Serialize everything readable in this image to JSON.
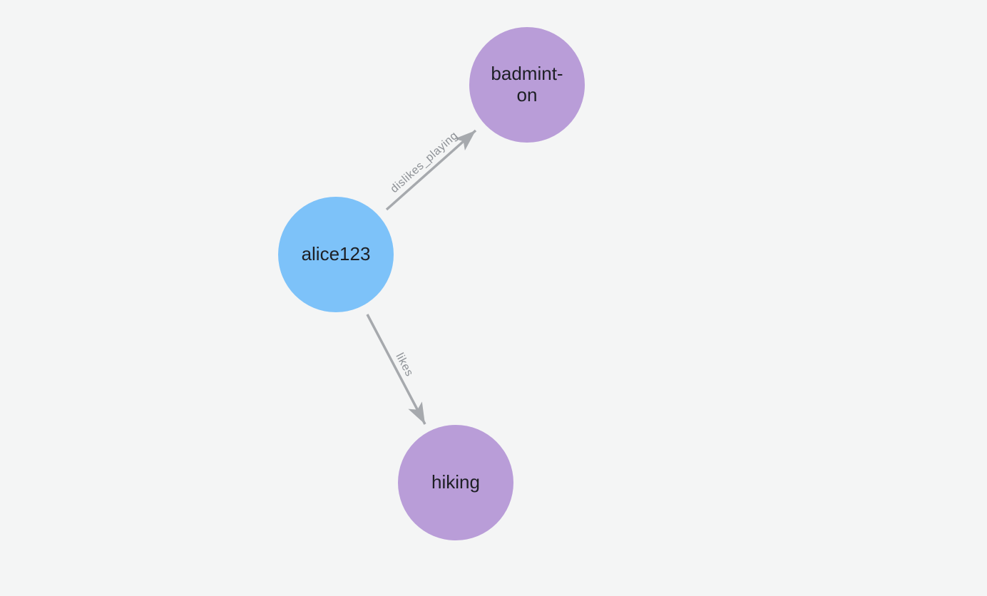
{
  "background": "#f4f5f5",
  "graph": {
    "nodes": [
      {
        "id": "alice123",
        "label": "alice123",
        "color": "#7dc2f9",
        "text_color": "#1d1f24"
      },
      {
        "id": "badminton",
        "label": "badmint-\non",
        "color": "#b99dd8",
        "text_color": "#1d1f24"
      },
      {
        "id": "hiking",
        "label": "hiking",
        "color": "#b99dd8",
        "text_color": "#1d1f24"
      }
    ],
    "edges": [
      {
        "from": "alice123",
        "to": "badminton",
        "label": "dislikes_playing"
      },
      {
        "from": "alice123",
        "to": "hiking",
        "label": "likes"
      }
    ],
    "edge_color": "#a6a9ad",
    "edge_label_color": "#8d9196"
  }
}
